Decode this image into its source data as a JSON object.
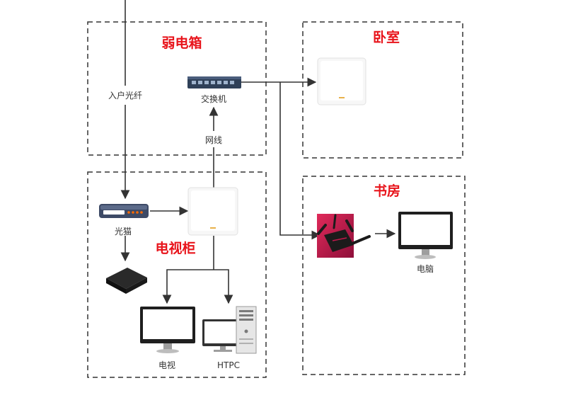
{
  "zones": {
    "weak_box": "弱电箱",
    "bedroom": "卧室",
    "study": "书房",
    "tv_cabinet": "电视柜"
  },
  "labels": {
    "fiber": "入户光纤",
    "switch": "交换机",
    "cable": "网线",
    "modem": "光猫",
    "tv": "电视",
    "htpc": "HTPC",
    "computer": "电脑"
  },
  "colors": {
    "zone_title": "#e8141b",
    "switch_body": "#2f4058",
    "switch_port": "#9fb3cc",
    "modem_body": "#3d4a66",
    "modem_led": "#ff6a00",
    "router_bg": "#c2184c",
    "router_body": "#1b1b1b",
    "monitor_bezel": "#1f1f1f",
    "stand": "#bdbdbd",
    "arrow": "#333333"
  },
  "icons": [
    "switch-icon",
    "wifi-router-icon",
    "modem-icon",
    "tv-box-icon",
    "monitor-icon",
    "desktop-tower-icon",
    "gaming-router-icon"
  ]
}
